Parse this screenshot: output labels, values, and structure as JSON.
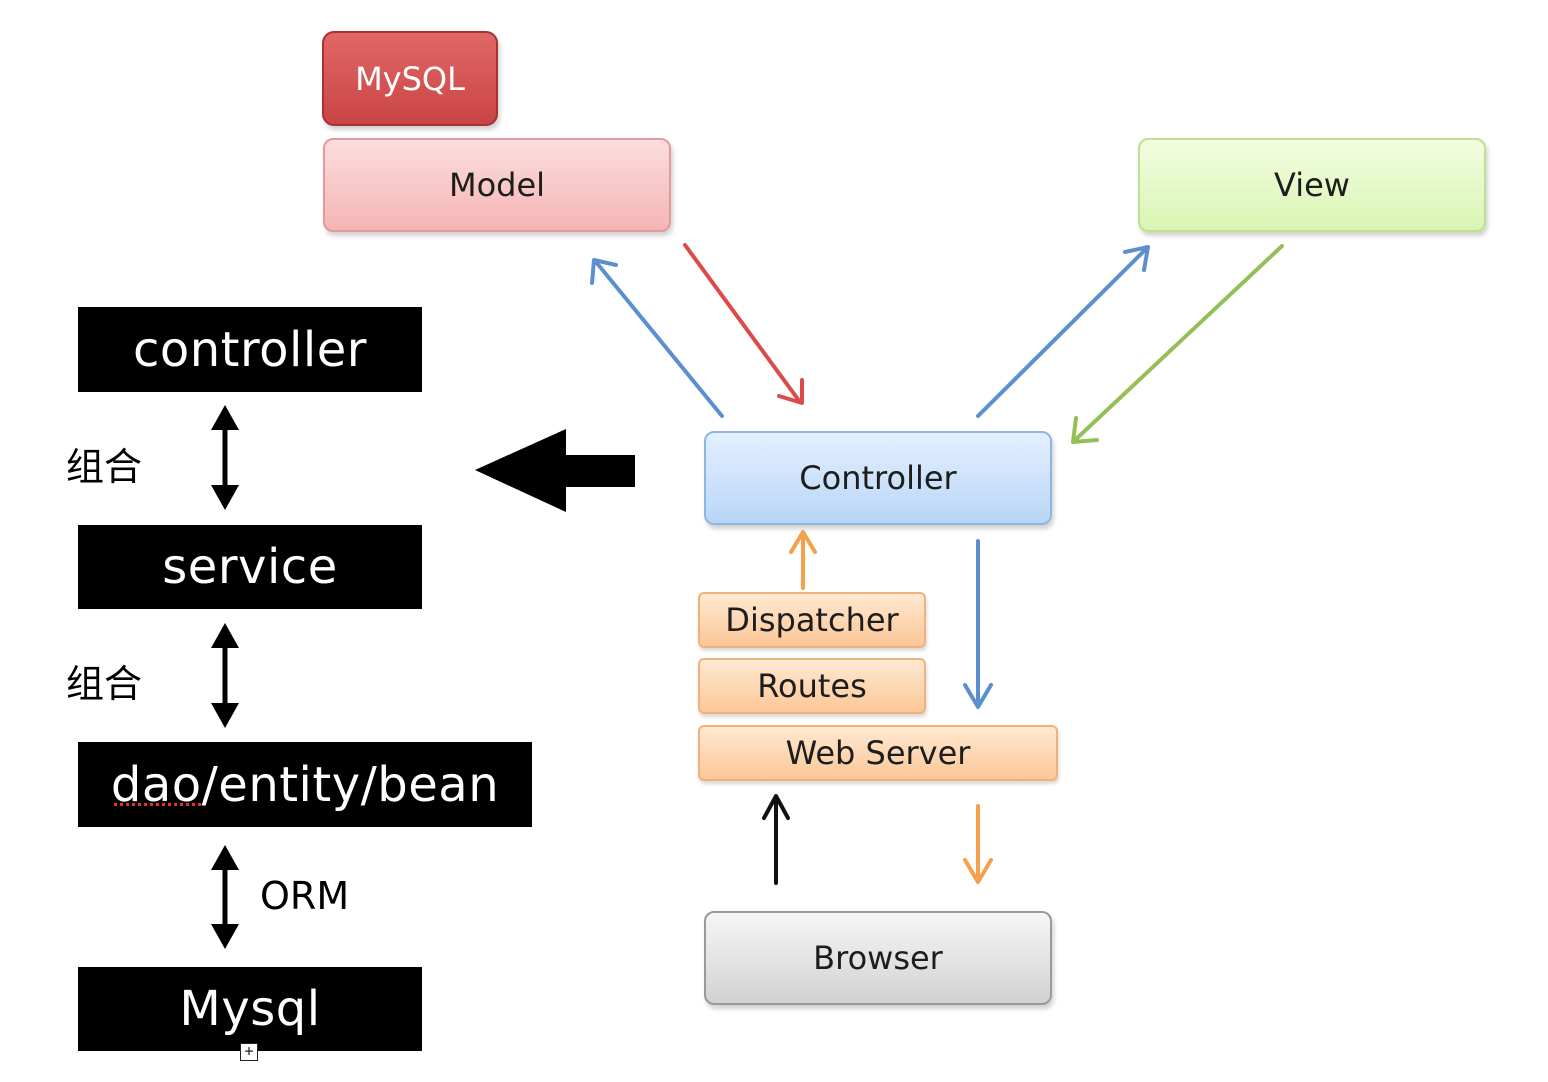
{
  "layers": {
    "controller": "controller",
    "service": "service",
    "dao": "dao/entity/bean",
    "mysql": "Mysql"
  },
  "relations": {
    "controller_service": "组合",
    "service_dao": "组合",
    "dao_mysql": "ORM"
  },
  "mvc": {
    "mysql": "MySQL",
    "model": "Model",
    "view": "View",
    "controller": "Controller",
    "dispatcher": "Dispatcher",
    "routes": "Routes",
    "web_server": "Web Server",
    "browser": "Browser"
  },
  "colors": {
    "layer_bg": "#000000",
    "layer_text": "#ffffff",
    "arrow_blue": "#5b8fcf",
    "arrow_red": "#dc4b4b",
    "arrow_green": "#93bf56",
    "arrow_orange": "#f5a04a",
    "arrow_black": "#111111"
  },
  "icons": {
    "expand_marker": "plus-box-icon"
  }
}
